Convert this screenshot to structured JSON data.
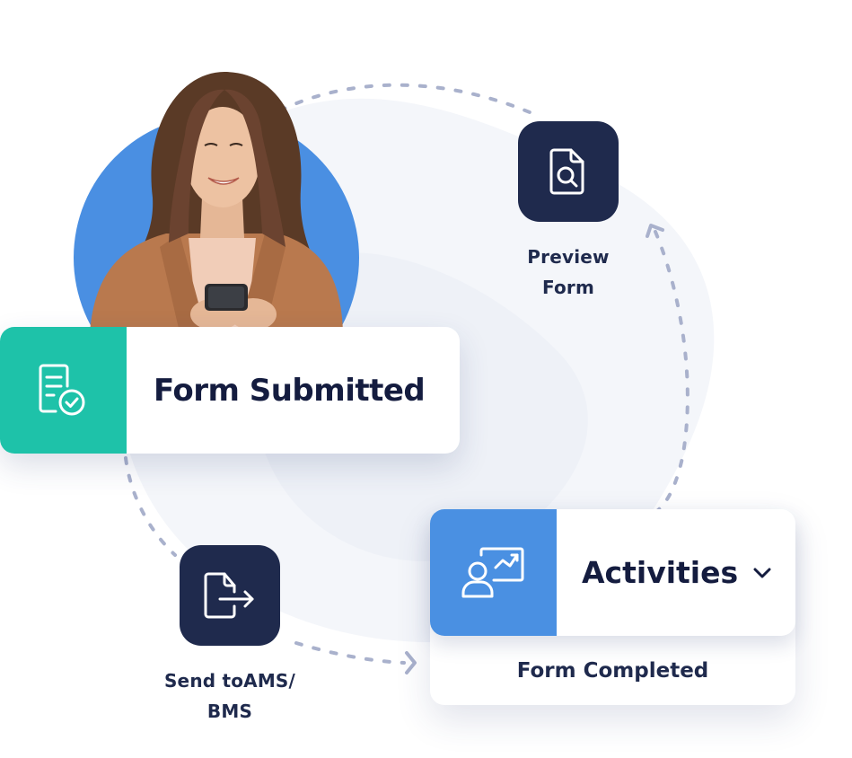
{
  "diagram": {
    "colors": {
      "teal": "#1ec2a9",
      "blue": "#4a90e2",
      "navy_tile": "#1f2a4d",
      "text_dark": "#141c3f",
      "dashed_path": "#a9b1cc",
      "avatar_circle": "#4a8fe2"
    },
    "person": {
      "icon": "person-with-phone-photo"
    },
    "form_submitted_card": {
      "icon": "document-check-icon",
      "title": "Form Submitted"
    },
    "steps": [
      {
        "id": "preview",
        "icon": "document-search-icon",
        "label_line1": "Preview",
        "label_line2": "Form"
      },
      {
        "id": "send",
        "icon": "document-export-icon",
        "label_line1": "Send toAMS/",
        "label_line2": "BMS"
      }
    ],
    "activities_card": {
      "icon": "presentation-user-icon",
      "title": "Activities",
      "dropdown_icon": "chevron-down-icon",
      "subtitle": "Form Completed"
    }
  }
}
